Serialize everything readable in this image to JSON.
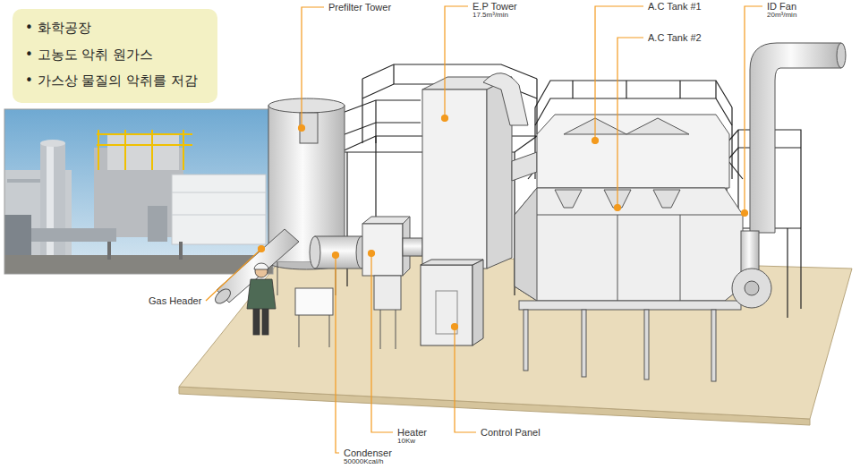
{
  "diagram": {
    "nodes": [
      {
        "text": [
          "• 화학공장",
          "• 고농도 악취 원가스",
          "• 가스상 물질의 악취를 저감"
        ]
      }
    ],
    "labels": [
      "Prefilter Tower",
      "E.P Tower",
      "17.5m³/min",
      "A.C Tank #1",
      "A.C Tank #2",
      "ID Fan",
      "20m³/min",
      "Gas Header",
      "Heater",
      "10Kw",
      "Control Panel",
      "Condenser",
      "50000Kcal/h"
    ]
  }
}
